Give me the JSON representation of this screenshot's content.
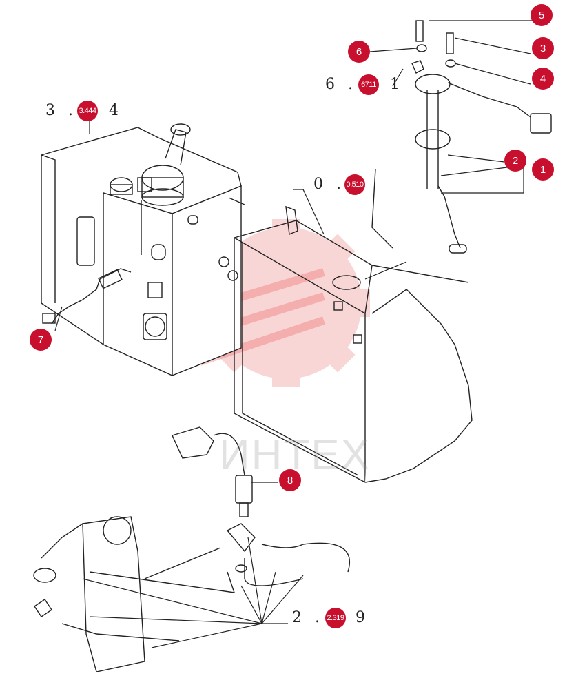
{
  "watermark": {
    "text": "ИНТЕХ",
    "color": "#e84a4a"
  },
  "callouts": [
    {
      "id": "callout-5",
      "label": "5"
    },
    {
      "id": "callout-3",
      "label": "3"
    },
    {
      "id": "callout-6",
      "label": "6"
    },
    {
      "id": "callout-4",
      "label": "4"
    },
    {
      "id": "callout-2",
      "label": "2"
    },
    {
      "id": "callout-1",
      "label": "1"
    },
    {
      "id": "callout-7",
      "label": "7"
    },
    {
      "id": "callout-8",
      "label": "8"
    }
  ],
  "references": {
    "ref_top_right": {
      "prefix": "6 .",
      "badge": "6711",
      "suffix": "1"
    },
    "ref_left": {
      "prefix": "3 .",
      "badge": "3.444",
      "suffix": "4"
    },
    "ref_middle": {
      "prefix": "0 .",
      "badge": "0.510",
      "suffix": ""
    },
    "ref_bottom": {
      "prefix": "2 .",
      "badge": "2.319",
      "suffix": "9"
    }
  },
  "badge_color": "#c8102e"
}
